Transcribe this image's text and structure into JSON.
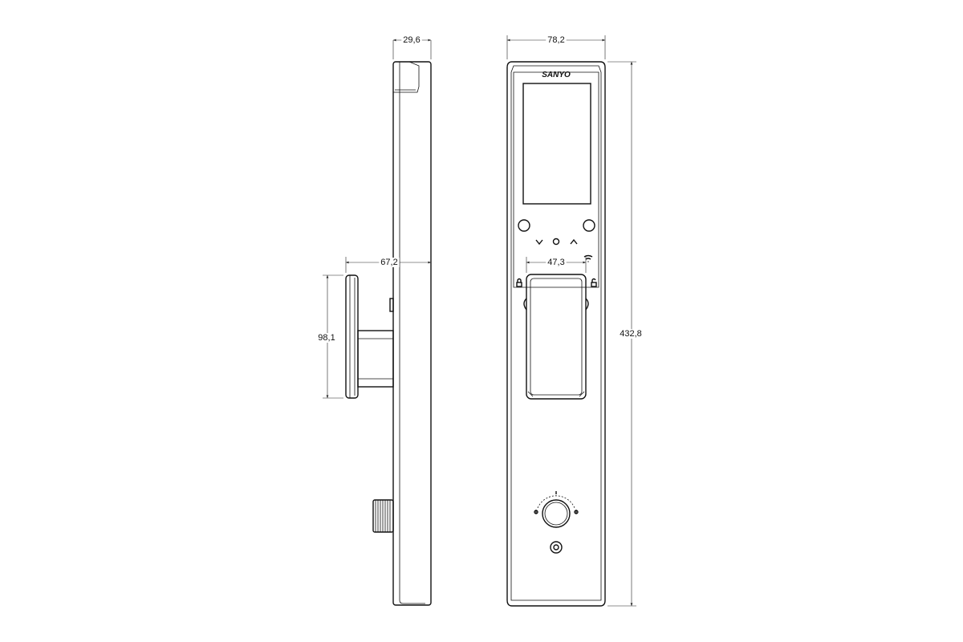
{
  "brand": "SANYO",
  "dimensions": {
    "side_depth": "29,6",
    "front_width": "78,2",
    "handle_projection": "67,2",
    "handle_height": "98,1",
    "handle_width": "47,3",
    "total_height": "432,8"
  },
  "colors": {
    "line": "#111111",
    "background": "#ffffff"
  },
  "icons": [
    "chevron-down-icon",
    "circle-button-icon",
    "chevron-up-icon",
    "wifi-icon",
    "lock-icon",
    "unlock-icon"
  ]
}
